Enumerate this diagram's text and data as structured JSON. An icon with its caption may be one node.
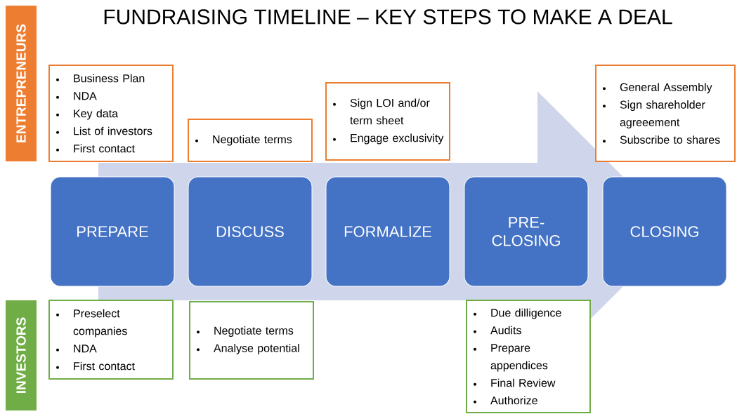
{
  "diagram": {
    "title": "FUNDRAISING TIMELINE – KEY STEPS TO MAKE A DEAL",
    "nodes": [
      {
        "text": [
          "ENTREPRENEURS"
        ]
      },
      {
        "text": [
          "INVESTORS"
        ]
      },
      {
        "text": [
          "PREPARE"
        ]
      },
      {
        "text": [
          "DISCUSS"
        ]
      },
      {
        "text": [
          "FORMALIZE"
        ]
      },
      {
        "text": [
          "PRE-CLOSING"
        ]
      },
      {
        "text": [
          "CLOSING"
        ]
      },
      {
        "text": [
          "Business Plan",
          "NDA",
          "Key data",
          "List of investors",
          "First contact"
        ]
      },
      {
        "text": [
          "Negotiate terms"
        ]
      },
      {
        "text": [
          "Sign LOI and/or term sheet",
          "Engage exclusivity"
        ]
      },
      {
        "text": [
          "General Assembly",
          "Sign shareholder agreeement",
          "Subscribe to shares"
        ]
      },
      {
        "text": [
          "Preselect companies",
          "NDA",
          "First contact"
        ]
      },
      {
        "text": [
          "Negotiate terms",
          "Analyse potential"
        ]
      },
      {
        "text": [
          "Due dilligence",
          "Audits",
          "Prepare appendices",
          "Final Review",
          "Authorize"
        ]
      }
    ],
    "edges": [
      {
        "from": 2,
        "to": 6,
        "arrow": "to",
        "color": "#cfd5ea"
      }
    ]
  }
}
